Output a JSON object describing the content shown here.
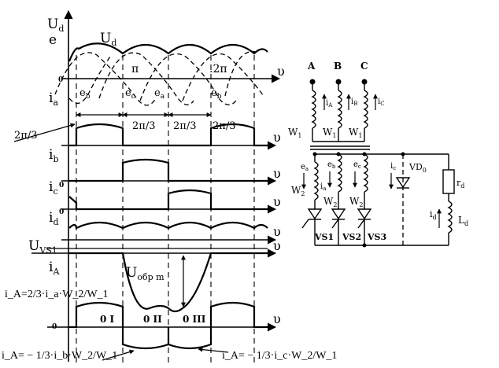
{
  "waveforms": {
    "ud_axis": "U",
    "ud_axis_sub": "d",
    "e_axis": "e",
    "ud_curve": "U",
    "ud_curve_sub": "d",
    "pi": "π",
    "two_pi": ".2π",
    "theta": "υ",
    "zero": "0",
    "eb": "e",
    "eb_sub": "b",
    "ec": "e",
    "ec_sub": "c",
    "ea": "e",
    "ea_sub": "a",
    "eb2": "e",
    "eb2_sub": "b",
    "ia_axis": "i",
    "ia_sub": "a",
    "ib_axis": "i",
    "ib_sub": "b",
    "ic_axis": "i",
    "ic_sub": "c",
    "id_axis": "i",
    "id_sub": "d",
    "uvs_axis": "U",
    "uvs_sub": "VS1",
    "iA_axis": "i",
    "iA_sub": "A",
    "two_pi_3_left": "2π/3",
    "two_pi_3_a": "2π/3",
    "two_pi_3_b": "2π/3",
    "two_pi_3_c": "2π/3",
    "u_obr": "U",
    "u_obr_sub": "обр m",
    "formula_top": "i_A=2/3·i_a·W_2/W_1",
    "formula_bl": "i_A= − 1/3·i_b·W_2/W_1",
    "formula_br": "i_A= − 1/3·i_c·W_2/W_1",
    "roman1": "0 I",
    "roman2": "0 II",
    "roman3": "0 III"
  },
  "circuit": {
    "phase_a": "A",
    "phase_b": "B",
    "phase_c": "C",
    "iA": "i",
    "iA_sub": "A",
    "iB": "i",
    "iB_sub": "B",
    "iC": "i",
    "iC_sub": "C",
    "w1": "W",
    "w1_sub": "1",
    "w2": "W",
    "w2_sub": "2",
    "ea": "e",
    "ea_sub": "a",
    "eb": "e",
    "eb_sub": "b",
    "ec": "e",
    "ec_sub": "c",
    "ia": "i",
    "ia_sub": "a",
    "ic": "i",
    "ic_sub": "c",
    "vd": "VD",
    "vd_sub": "0",
    "rd": "r",
    "rd_sub": "d",
    "ld": "L",
    "ld_sub": "d",
    "id": "i",
    "id_sub": "d",
    "vs1": "VS1",
    "vs2": "VS2",
    "vs3": "VS3"
  }
}
